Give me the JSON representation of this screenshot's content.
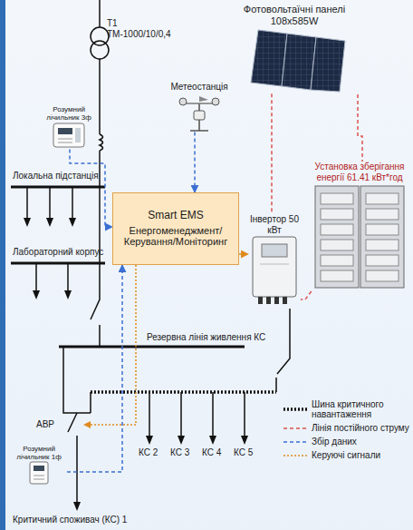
{
  "diagram": {
    "nodes": [
      {
        "text": [
          "T1 ТМ-1000/10/0,4"
        ]
      },
      {
        "text": [
          "Фотовольтаїчні панелі 108x585W"
        ]
      },
      {
        "text": [
          "Метеостанція"
        ]
      },
      {
        "text": [
          "Розумний лічильник 3ф"
        ]
      },
      {
        "text": [
          "Smart EMS",
          "Енергоменеджмент/ Керування/Моніторинг"
        ]
      },
      {
        "text": [
          "Інвертор 50 кВт"
        ]
      },
      {
        "text": [
          "Установка зберігання енергії 61.41 кВт*год"
        ]
      },
      {
        "text": [
          "Розумний лічильник 1ф"
        ]
      }
    ],
    "edges": [
      {
        "from": 2,
        "to": 4,
        "arrow": "to"
      },
      {
        "from": 3,
        "to": 4,
        "arrow": "to"
      },
      {
        "from": 7,
        "to": 4,
        "arrow": "to"
      },
      {
        "from": 4,
        "to": 5,
        "arrow": "to"
      },
      {
        "from": 1,
        "to": 5,
        "arrow": "none"
      },
      {
        "from": 6,
        "to": 5,
        "arrow": "none"
      }
    ],
    "labels": [
      "Локальна підстанція",
      "Лабораторний корпус",
      "Резервна лінія живлення КС",
      "АВР",
      "КС 2",
      "КС 3",
      "КС 4",
      "КС 5",
      "Критичний споживач (КС) 1"
    ],
    "legend": [
      {
        "text": "Шина критичного навантаження"
      },
      {
        "text": "Лінія постійного струму"
      },
      {
        "text": "Збір даних"
      },
      {
        "text": "Керуючі сигнали"
      }
    ]
  }
}
